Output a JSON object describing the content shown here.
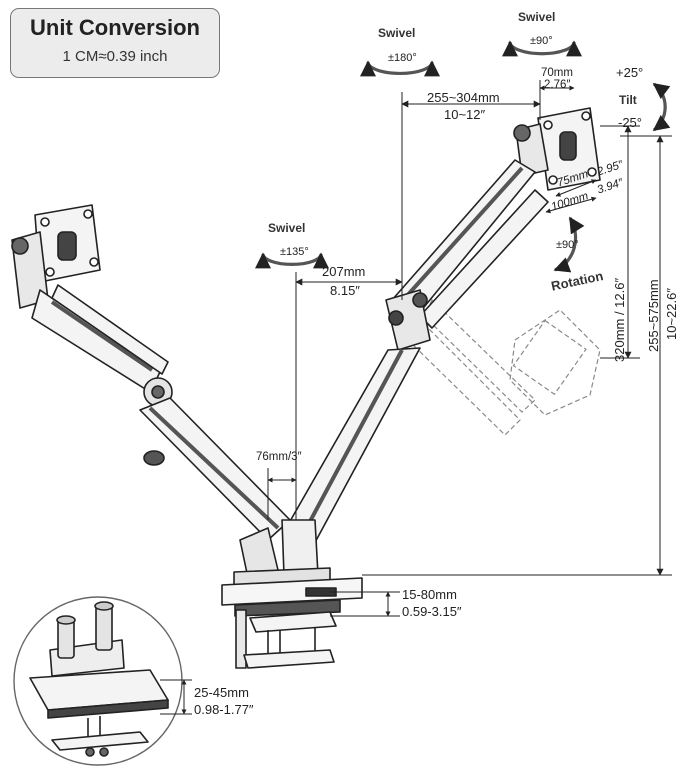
{
  "unit_conversion": {
    "title": "Unit Conversion",
    "subtitle": "1 CM≈0.39 inch"
  },
  "swivel": [
    {
      "label": "Swivel",
      "angle": "±180°"
    },
    {
      "label": "Swivel",
      "angle": "±90°"
    },
    {
      "label": "Swivel",
      "angle": "±135°"
    }
  ],
  "tilt": {
    "label": "Tilt",
    "up": "+25°",
    "down": "-25°"
  },
  "rotation": {
    "label": "Rotation",
    "angle": "±90°"
  },
  "dimensions": {
    "arm_reach_mm": "255~304mm",
    "arm_reach_in": "10~12″",
    "top_offset_mm": "70mm",
    "top_offset_in": "2.76″",
    "vesa_75": "75mm",
    "vesa_75_in": "2.95″",
    "vesa_100": "100mm",
    "vesa_100_in": "3.94″",
    "lower_arm_mm": "207mm",
    "lower_arm_in": "8.15″",
    "pole_width": "76mm/3″",
    "height_range": "320mm / 12.6″",
    "total_height_mm": "255~575mm",
    "total_height_in": "10~22.6″",
    "clamp_mm": "15-80mm",
    "clamp_in": "0.59-3.15″",
    "grommet_mm": "25-45mm",
    "grommet_in": "0.98-1.77″"
  },
  "colors": {
    "line": "#222222",
    "metal": "#f4f4f4",
    "shade": "#555555",
    "ghost": "#9a9a9a"
  }
}
